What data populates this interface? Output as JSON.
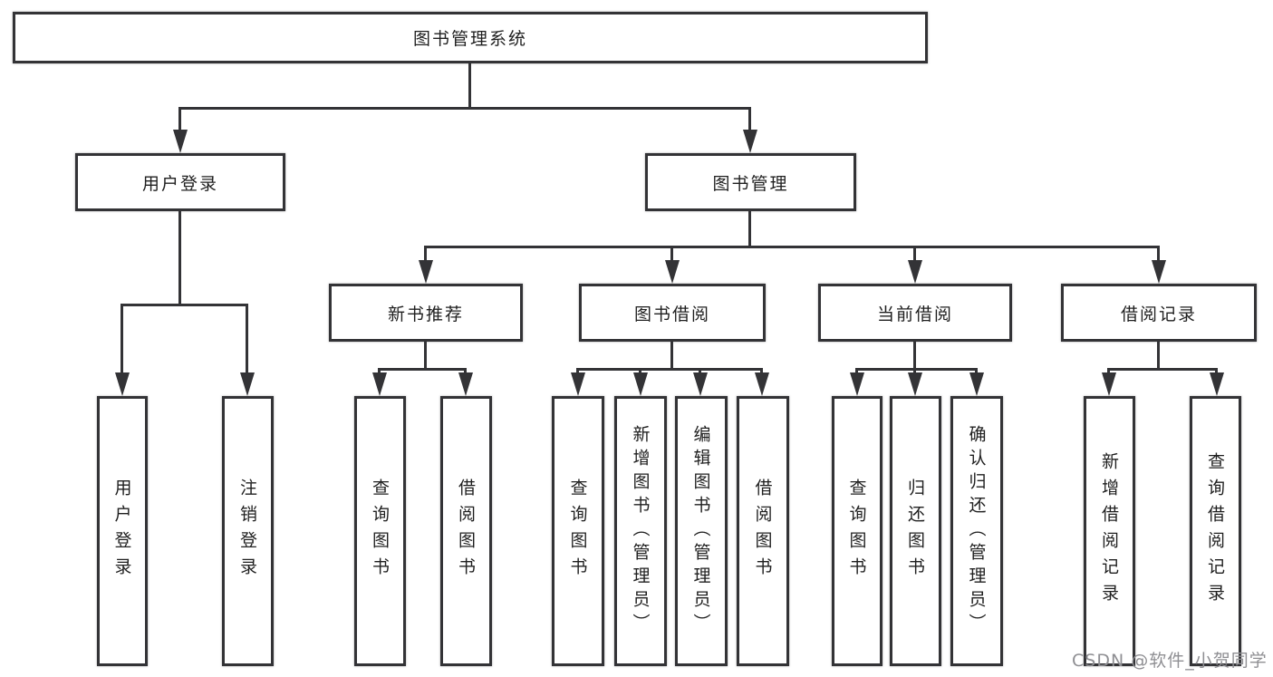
{
  "diagram": {
    "root": "图书管理系统",
    "level2": [
      "用户登录",
      "图书管理"
    ],
    "level3": [
      "新书推荐",
      "图书借阅",
      "当前借阅",
      "借阅记录"
    ],
    "user_children": [
      "用户登录",
      "注销登录"
    ],
    "recommend_children": [
      "查询图书",
      "借阅图书"
    ],
    "borrow_children": [
      "查询图书",
      "新增图书（管理员）",
      "编辑图书（管理员）",
      "借阅图书"
    ],
    "current_children": [
      "查询图书",
      "归还图书",
      "确认归还（管理员）"
    ],
    "records_children": [
      "新增借阅记录",
      "查询借阅记录"
    ]
  },
  "watermark": "CSDN @软件_小贺同学",
  "colors": {
    "line": "#333336",
    "text": "#1f1f1f",
    "watermark": "#8f8f93",
    "background": "#ffffff"
  }
}
